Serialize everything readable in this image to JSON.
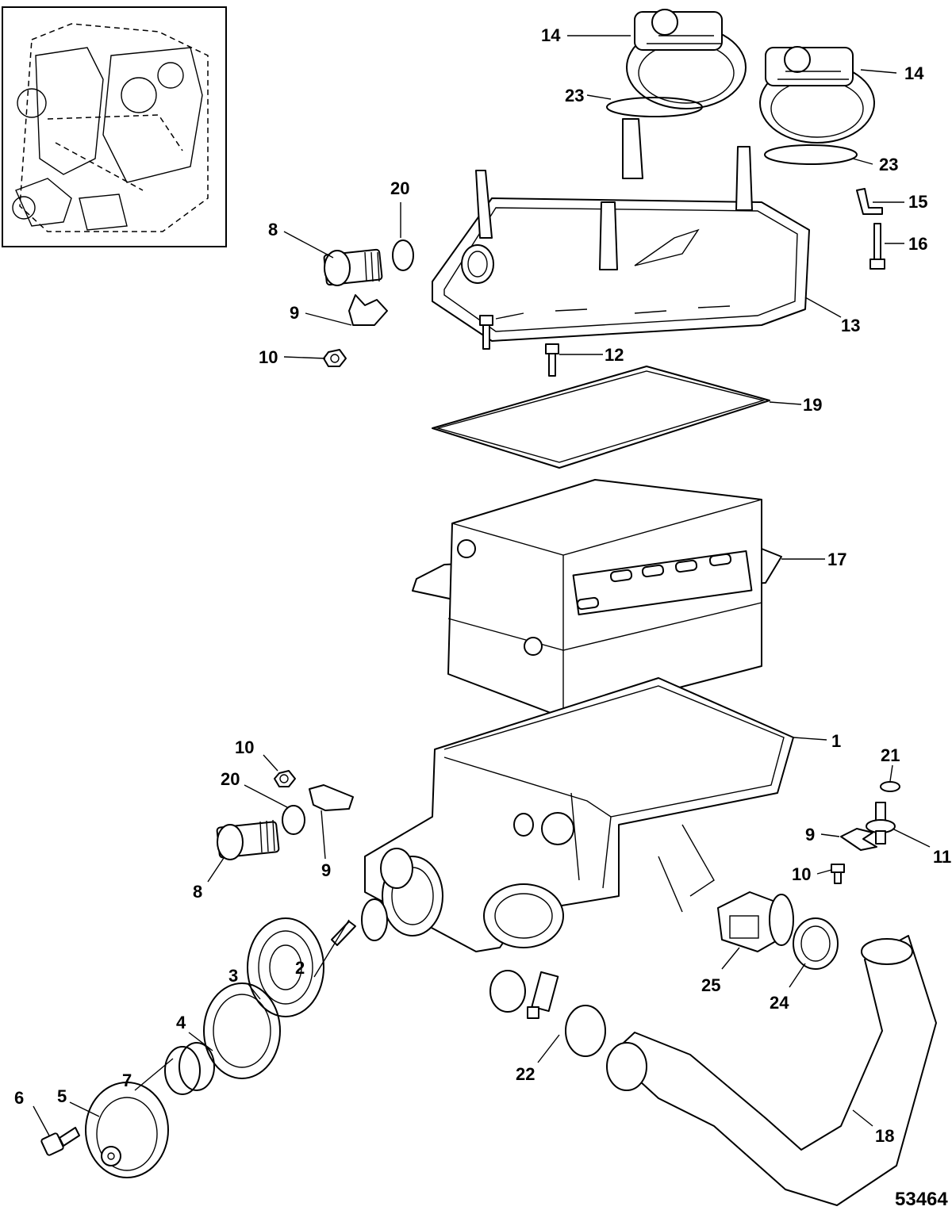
{
  "callouts": {
    "c1": "1",
    "c2": "2",
    "c3": "3",
    "c4": "4",
    "c5": "5",
    "c6": "6",
    "c7": "7",
    "c8a": "8",
    "c8b": "8",
    "c9a": "9",
    "c9b": "9",
    "c9c": "9",
    "c10a": "10",
    "c10b": "10",
    "c10c": "10",
    "c11": "11",
    "c12": "12",
    "c13": "13",
    "c14a": "14",
    "c14b": "14",
    "c15": "15",
    "c16": "16",
    "c17": "17",
    "c18": "18",
    "c19": "19",
    "c20a": "20",
    "c20b": "20",
    "c21": "21",
    "c22": "22",
    "c23a": "23",
    "c23b": "23",
    "c24": "24",
    "c25": "25"
  },
  "reference_number": "53464"
}
